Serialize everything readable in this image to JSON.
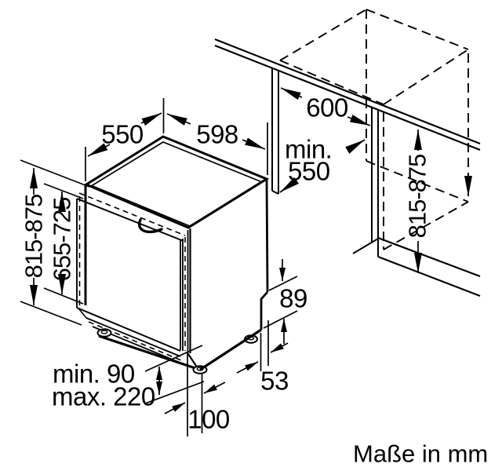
{
  "footer": {
    "units_note": "Maße in mm"
  },
  "colors": {
    "line": "#000000",
    "background": "#ffffff"
  },
  "dimensions": {
    "top_depth": "550",
    "front_width": "598",
    "niche_width": "600",
    "niche_depth_prefix": "min.",
    "niche_depth_value": "550",
    "appliance_height": "815-875",
    "door_panel_height": "655-725",
    "niche_height": "815-875",
    "rear_step_height": "89",
    "rear_base_offset": "53",
    "plinth_min": "min. 90",
    "plinth_max": "max. 220",
    "foot_inset": "100"
  }
}
